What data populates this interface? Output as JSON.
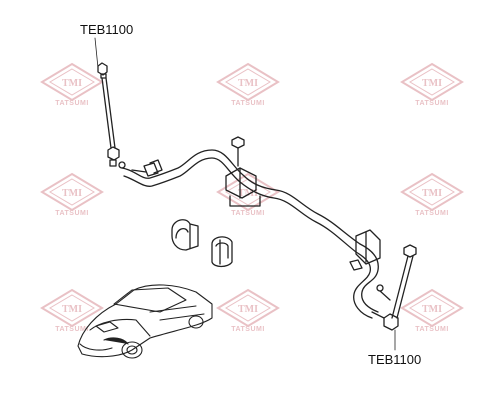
{
  "labels": {
    "top_part_number": "TEB1100",
    "bottom_part_number": "TEB1100"
  },
  "watermark": {
    "logo_text": "TMI",
    "brand_text": "TATSUMI",
    "color": "#d88f97"
  },
  "colors": {
    "line": "#222222",
    "background": "#ffffff"
  }
}
